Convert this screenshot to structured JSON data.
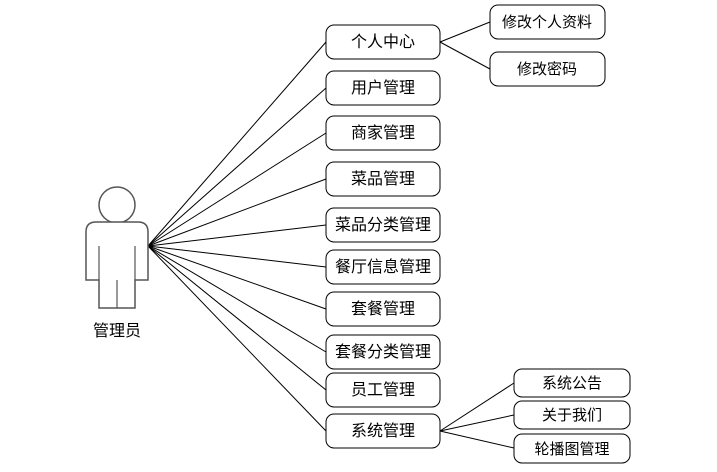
{
  "actor": {
    "label": "管理员"
  },
  "main_nodes": [
    {
      "id": "personal-center",
      "label": "个人中心"
    },
    {
      "id": "user-management",
      "label": "用户管理"
    },
    {
      "id": "merchant-management",
      "label": "商家管理"
    },
    {
      "id": "dish-management",
      "label": "菜品管理"
    },
    {
      "id": "dish-category-management",
      "label": "菜品分类管理"
    },
    {
      "id": "restaurant-info-management",
      "label": "餐厅信息管理"
    },
    {
      "id": "set-meal-management",
      "label": "套餐管理"
    },
    {
      "id": "set-meal-category-management",
      "label": "套餐分类管理"
    },
    {
      "id": "staff-management",
      "label": "员工管理"
    },
    {
      "id": "system-management",
      "label": "系统管理"
    }
  ],
  "sub_nodes": [
    {
      "id": "edit-profile",
      "parent": "personal-center",
      "label": "修改个人资料"
    },
    {
      "id": "change-password",
      "parent": "personal-center",
      "label": "修改密码"
    },
    {
      "id": "system-announcement",
      "parent": "system-management",
      "label": "系统公告"
    },
    {
      "id": "about-us",
      "parent": "system-management",
      "label": "关于我们"
    },
    {
      "id": "carousel-management",
      "parent": "system-management",
      "label": "轮播图管理"
    }
  ],
  "colors": {
    "stroke": "#000000",
    "actor_stroke": "#555555",
    "fill": "#ffffff",
    "text": "#000000"
  }
}
